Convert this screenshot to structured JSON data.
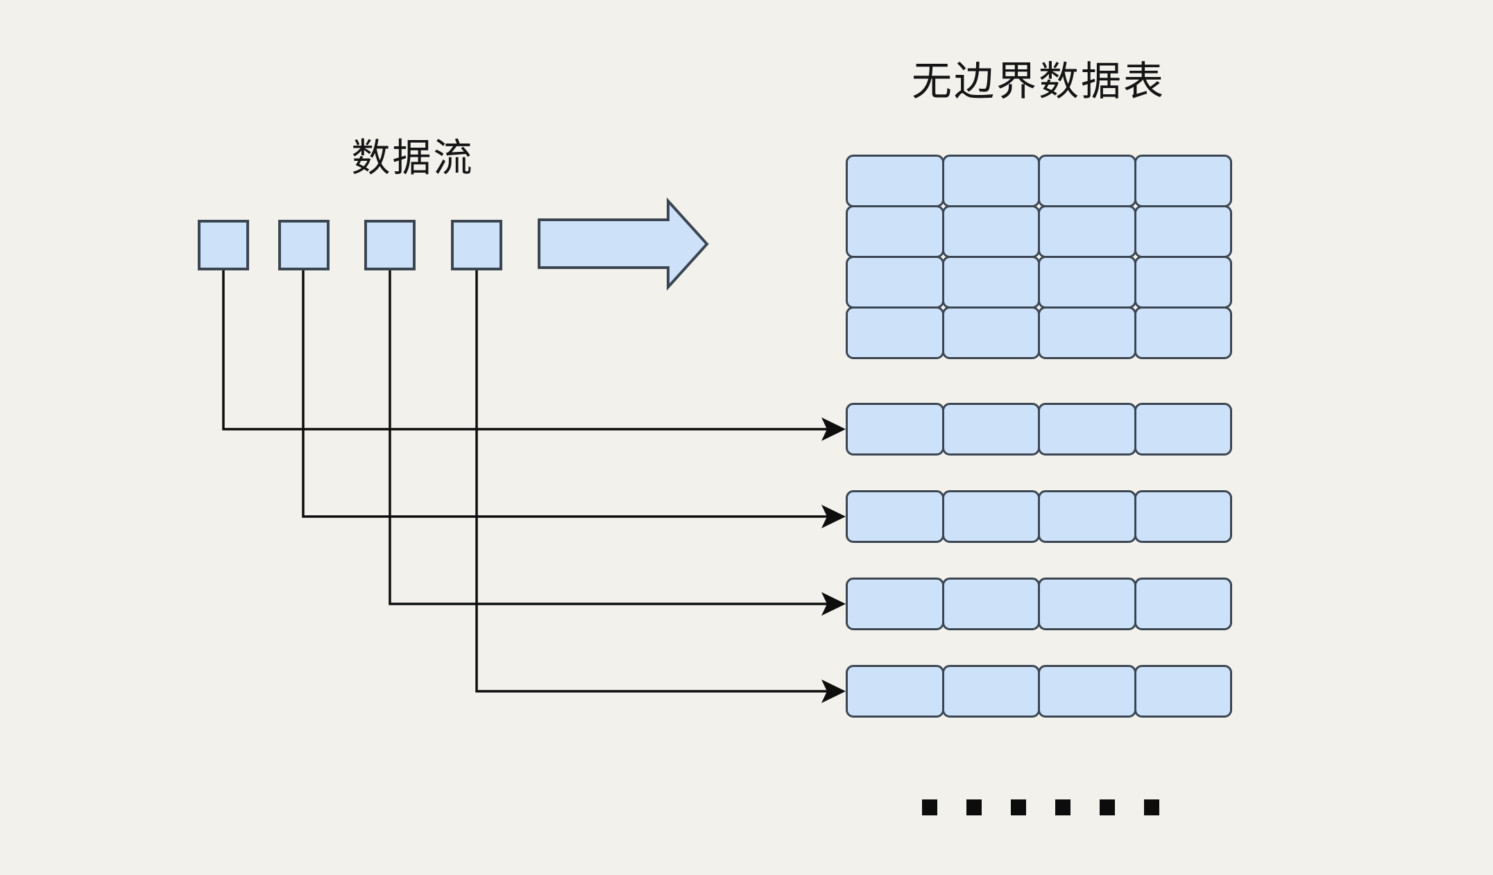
{
  "page": {
    "background_color": "#f2f1ec"
  },
  "labels": {
    "table_title": "无边界数据表",
    "stream_title": "数据流"
  },
  "stream": {
    "item_count": 4,
    "item_shape": "square",
    "item_fill": "#cde2f9",
    "item_border": "#3c4653"
  },
  "flow_arrow": {
    "icon": "right-arrow-icon",
    "fill": "#cde2f9",
    "border": "#3c4653"
  },
  "table": {
    "columns": 4,
    "block_rows": 4,
    "detached_rows": 4,
    "cell_fill": "#cde2f9",
    "cell_border": "#3c4653"
  },
  "connectors": {
    "count": 4,
    "style": "elbow",
    "arrowhead": "filled-triangle",
    "color": "#0e0e0e",
    "mapping": [
      "stream-item-1 to detached-row-1",
      "stream-item-2 to detached-row-2",
      "stream-item-3 to detached-row-3",
      "stream-item-4 to detached-row-4"
    ]
  },
  "ellipsis": {
    "dot_count": 6,
    "dot_color": "#0c0c0c"
  }
}
